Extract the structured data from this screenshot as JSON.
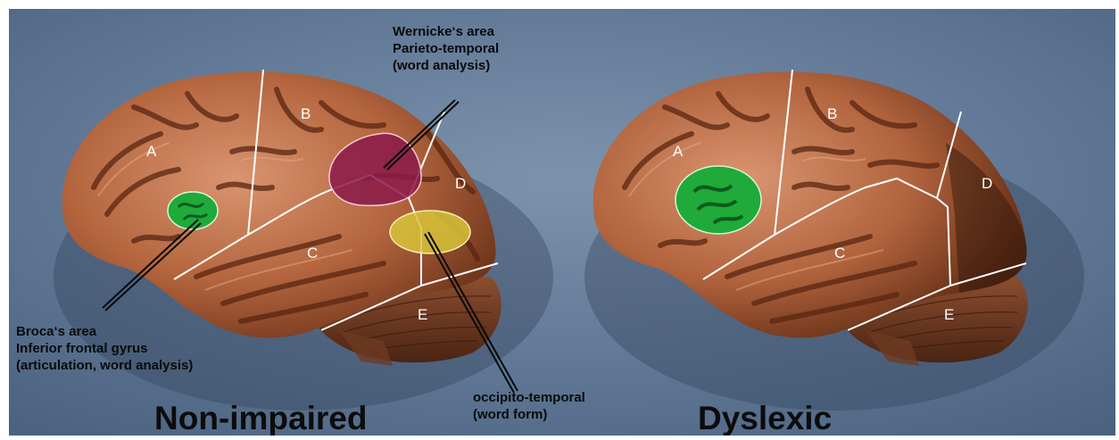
{
  "panels": {
    "left": {
      "caption": "Non-impaired",
      "regions": {
        "a": "A",
        "b": "B",
        "c": "C",
        "d": "D",
        "e": "E"
      }
    },
    "right": {
      "caption": "Dyslexic",
      "regions": {
        "a": "A",
        "b": "B",
        "c": "C",
        "d": "D",
        "e": "E"
      }
    }
  },
  "callouts": {
    "wernicke": {
      "line1": "Wernicke‘s area",
      "line2": "Parieto-temporal",
      "line3": "(word analysis)"
    },
    "broca": {
      "line1": "Broca‘s area",
      "line2": "Inferior frontal gyrus",
      "line3": "(articulation, word analysis)"
    },
    "occipito": {
      "line1": "occipito-temporal",
      "line2": "(word form)"
    }
  },
  "colors": {
    "background": "#5a7390",
    "broca_highlight": "#1faa3a",
    "wernicke_highlight": "#8a1a4a",
    "occipito_highlight": "#d8c43a"
  }
}
